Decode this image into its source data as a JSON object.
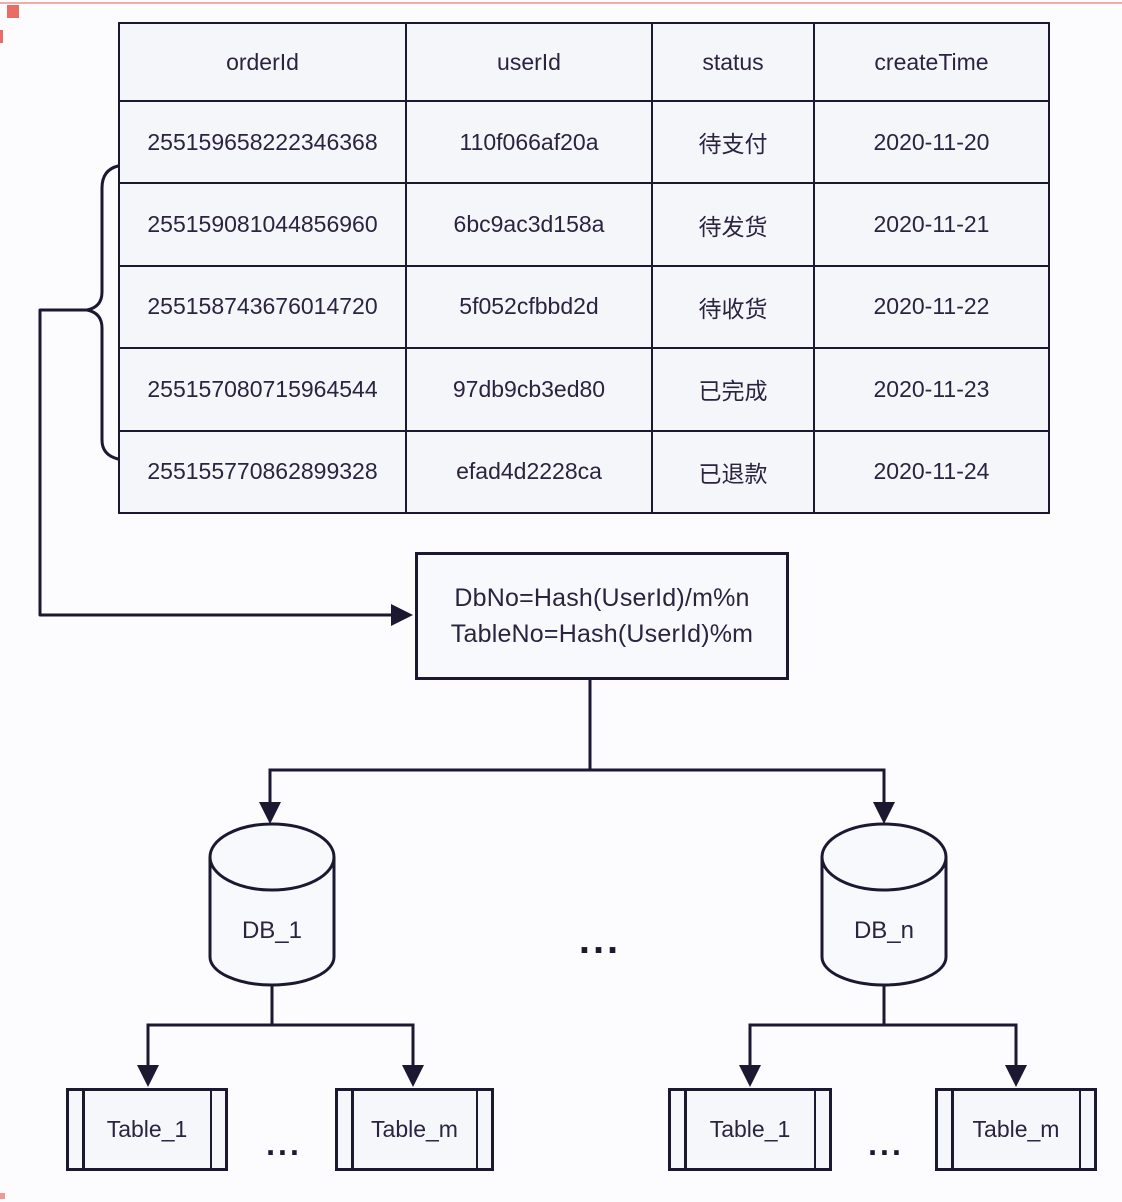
{
  "orders_table": {
    "headers": [
      "orderId",
      "userId",
      "status",
      "createTime"
    ],
    "rows": [
      [
        "255159658222346368",
        "110f066af20a",
        "待支付",
        "2020-11-20"
      ],
      [
        "255159081044856960",
        "6bc9ac3d158a",
        "待发货",
        "2020-11-21"
      ],
      [
        "255158743676014720",
        "5f052cfbbd2d",
        "待收货",
        "2020-11-22"
      ],
      [
        "255157080715964544",
        "97db9cb3ed80",
        "已完成",
        "2020-11-23"
      ],
      [
        "255155770862899328",
        "efad4d2228ca",
        "已退款",
        "2020-11-24"
      ]
    ]
  },
  "formula": {
    "line1": "DbNo=Hash(UserId)/m%n",
    "line2": "TableNo=Hash(UserId)%m"
  },
  "databases": {
    "left_label": "DB_1",
    "right_label": "DB_n",
    "ellipsis": "..."
  },
  "bottom_tables": {
    "left_group": {
      "first": "Table_1",
      "last": "Table_m",
      "ellipsis": "..."
    },
    "right_group": {
      "first": "Table_1",
      "last": "Table_m",
      "ellipsis": "..."
    }
  },
  "colors": {
    "line": "#1d1832",
    "text": "#2b2340",
    "cell_bg": "#f5f6fa",
    "artifact_red": "#e23e30"
  }
}
